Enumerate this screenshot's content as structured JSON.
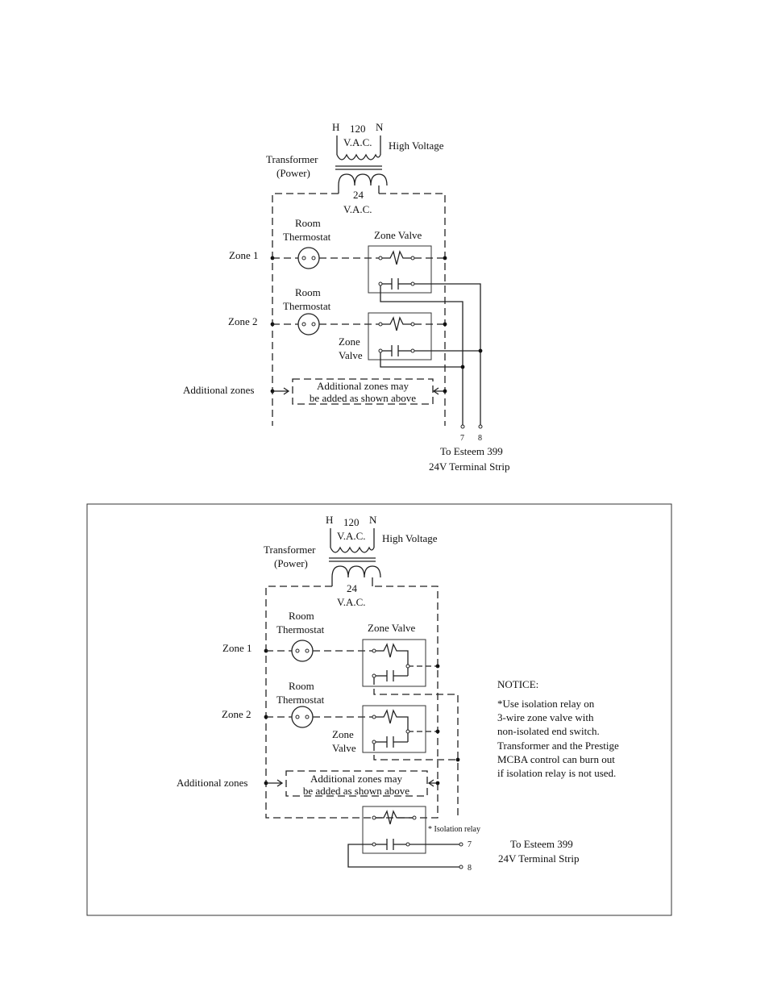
{
  "diagram1": {
    "h": "H",
    "n": "N",
    "voltage_top": "120",
    "vac_top": "V.A.C.",
    "high_voltage": "High Voltage",
    "transformer": "Transformer",
    "power": "(Power)",
    "voltage_bottom": "24",
    "vac_bottom": "V.A.C.",
    "room1": "Room",
    "thermostat1": "Thermostat",
    "zone_valve1": "Zone Valve",
    "zone1": "Zone 1",
    "room2": "Room",
    "thermostat2": "Thermostat",
    "zone2": "Zone 2",
    "zone_valve2_a": "Zone",
    "zone_valve2_b": "Valve",
    "additional_zones": "Additional  zones",
    "add_note_1": "Additional zones may",
    "add_note_2": "be added as shown above",
    "terminal_7": "7",
    "terminal_8": "8",
    "to_esteem": "To Esteem 399",
    "terminal_strip": "24V Terminal Strip"
  },
  "diagram2": {
    "h": "H",
    "n": "N",
    "voltage_top": "120",
    "vac_top": "V.A.C.",
    "high_voltage": "High Voltage",
    "transformer": "Transformer",
    "power": "(Power)",
    "voltage_bottom": "24",
    "vac_bottom": "V.A.C.",
    "room1": "Room",
    "thermostat1": "Thermostat",
    "zone_valve1": "Zone Valve",
    "zone1": "Zone 1",
    "room2": "Room",
    "thermostat2": "Thermostat",
    "zone2": "Zone 2",
    "zone_valve2_a": "Zone",
    "zone_valve2_b": "Valve",
    "additional_zones": "Additional  zones",
    "add_note_1": "Additional zones may",
    "add_note_2": "be added as shown above",
    "isolation_relay": "* Isolation relay",
    "terminal_7": "7",
    "terminal_8": "8",
    "to_esteem": "To Esteem 399",
    "terminal_strip": "24V Terminal Strip",
    "notice_title": "NOTICE:",
    "notice_lines": [
      "*Use isolation relay on",
      "3-wire zone valve with",
      "non-isolated end switch.",
      "Transformer and the Prestige",
      "MCBA control can burn out",
      "if isolation relay is not used."
    ]
  }
}
